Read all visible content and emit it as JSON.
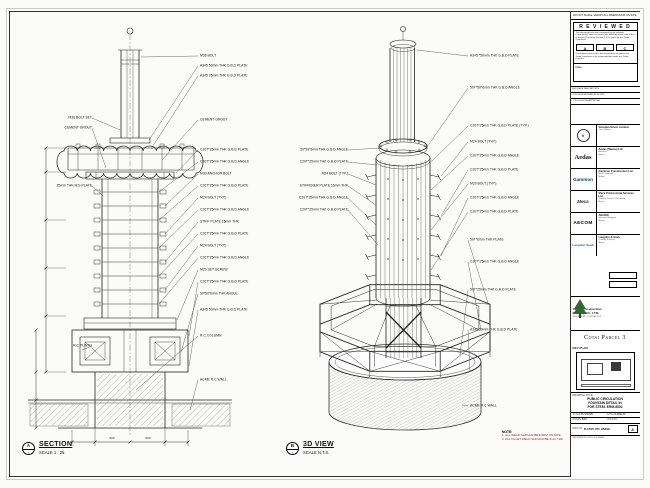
{
  "colors": {
    "accent_blue": "#1b5fa8",
    "gammon_blue": "#00447c",
    "note_red": "#8b2020"
  },
  "top_strip": "DO NOT SCALE. VERIFY ALL DIMENSIONS ON SITE.",
  "reviewed": {
    "title": "R E V I E W E D",
    "para1": "This document has been reviewed by the relevant Consultant(s) and is accorded the following status referred to in Project Procedure Section 5.4 for action by the Trade Contractor.",
    "boxes": [
      "A",
      "B",
      "C"
    ],
    "para2": "Consultant review of this document does not relieve the Trade Contractor of its responsibilities under the Trade Contract.",
    "date_label": "Date :"
  },
  "rev_table": {
    "header": "REV   DATE   DESCRIPTION",
    "rows": [
      "2   05.03.09   REVISED AS NOTED",
      "1   15.01.09   FOR APPROVAL"
    ]
  },
  "companies": [
    {
      "logo": "V",
      "name": "Venetian Orient Limited",
      "line1": "Cotai, Macau",
      "line2": ""
    },
    {
      "logo": "Aedas",
      "name": "Aedas (Macau) Ltd.",
      "line1": "Architect",
      "line2": "Macau"
    },
    {
      "logo": "Gammon",
      "name": "Gammon Construction Ltd.",
      "line1": "Main Contractor",
      "line2": "Macau"
    },
    {
      "logo": "Meca",
      "name": "Meca Professional Services Ltd.",
      "line1": "Building Services Consultant",
      "line2": "Macau"
    },
    {
      "logo": "AECOM",
      "name": "AECOM",
      "line1": "Structural Engineer",
      "line2": "Macau"
    },
    {
      "logo": "Langdon Seah",
      "name": "Langdon & Seah",
      "line1": "Quantity Surveyor",
      "line2": "Macau"
    }
  ],
  "contractor": {
    "name1": "Yadea Construction",
    "name2": "(Macau) CO., LTD.",
    "sub": "REGISTERED CONTRACTOR"
  },
  "project_name": "Cotai Parcel 3",
  "key_plan_label": "KEY PLAN",
  "title_info": {
    "label": "DRAWING TITLE:",
    "lines": [
      "PUBLIC CIRCULATION",
      "FOUNTAIN DETAIL IN",
      "FOR STEEL ERM-8502"
    ],
    "fields": [
      {
        "label": "SCALE",
        "value": "AS SHOWN"
      },
      {
        "label": "DATE",
        "value": "01-MAR-09"
      },
      {
        "label": "DRAWN",
        "value": "WKC"
      },
      {
        "label": "CHKD",
        "value": "KL"
      }
    ],
    "dwg_label": "DWG NO.",
    "dwg_no": "R-1525_PD_85299",
    "rev_label": "REV",
    "rev": "A",
    "ref": "REFERENCE DWG FILE NAME"
  },
  "section_view": {
    "bubble_top": "A",
    "bubble_bottom": "-",
    "label": "SECTION",
    "scale": "SCALE 1 : 25",
    "dims": [
      "600",
      "600"
    ],
    "ann_left": [
      "M36 BOLT SET",
      "CEMENT GROUT",
      "25mm THK M.S PLATE",
      "R.C PLINTH"
    ],
    "ann_right": [
      "M36 BOLT",
      "A345 50mm THK G.B.D PLATE",
      "A345 25mm THK G.B.D PLATE",
      "CEMENT GROUT",
      "C20T*25mm THK G.B.D PLATE",
      "C20T*25mm THK G.B.D ANGLE",
      "M30 ANCHOR BOLT",
      "C20T*25mm THK G.B.D PLATE",
      "M24 BOLT (TYP.)",
      "C20T*25mm THK G.B.D ANGLE",
      "STIFF PLATE 16mm THK",
      "C20T*25mm THK G.B.D PLATE",
      "M24 BOLT (TYP.)",
      "C20T*25mm THK G.B.D ANGLE",
      "M20 SET SCREW",
      "C20T*25mm THK G.B.D PLATE",
      "50*50*6mm THK ANGLE",
      "A345 50mm THK G.B.D PLATE",
      "R.C COLUMN",
      "ACME R.C WALL"
    ]
  },
  "iso_view": {
    "bubble_top": "B",
    "bubble_bottom": "-",
    "label": "3D VIEW",
    "scale": "SCALE N.T.S.",
    "ann_left": [
      "50*50*5mm THK G.B.D ANGLE",
      "C20T*25mm THK G.B.D PLATE",
      "M24 BOLT (TYP.)",
      "STIFFENER PLATE 16mm THK",
      "C20T*25mm THK G.B.D ANGLE",
      "C20T*25mm THK G.B.D PLATE"
    ],
    "ann_right": [
      "A345 *50mm THK G.B.D PLATE",
      "50T*50*6mm THK G.B.D ANGLE",
      "C20T*25mm THK G.B.D PLATE (TYP.)",
      "M24 BOLT (TYP.)",
      "C20T*25mm THK G.B.D ANGLE",
      "C20T*25mm THK G.B.D PLATE",
      "M20 BOLT (TYP.)",
      "C20T*25mm THK G.B.D ANGLE",
      "C20T*25mm THK G.B.D PLATE",
      "50T*6mm THK PLATE",
      "C20T*25mm THK G.B.D ANGLE",
      "50T*25mm THK G.B.D PLATE",
      "A345 50mm THK G.B.D PLATE",
      "ACME R.C WALL"
    ],
    "note_title": "NOTE:",
    "note_lines": [
      "1. ALL WELD SHOULD BE FORM ON SITE.",
      "2. ALL FILLET WELD SHOULD BE 6mm THK."
    ]
  }
}
